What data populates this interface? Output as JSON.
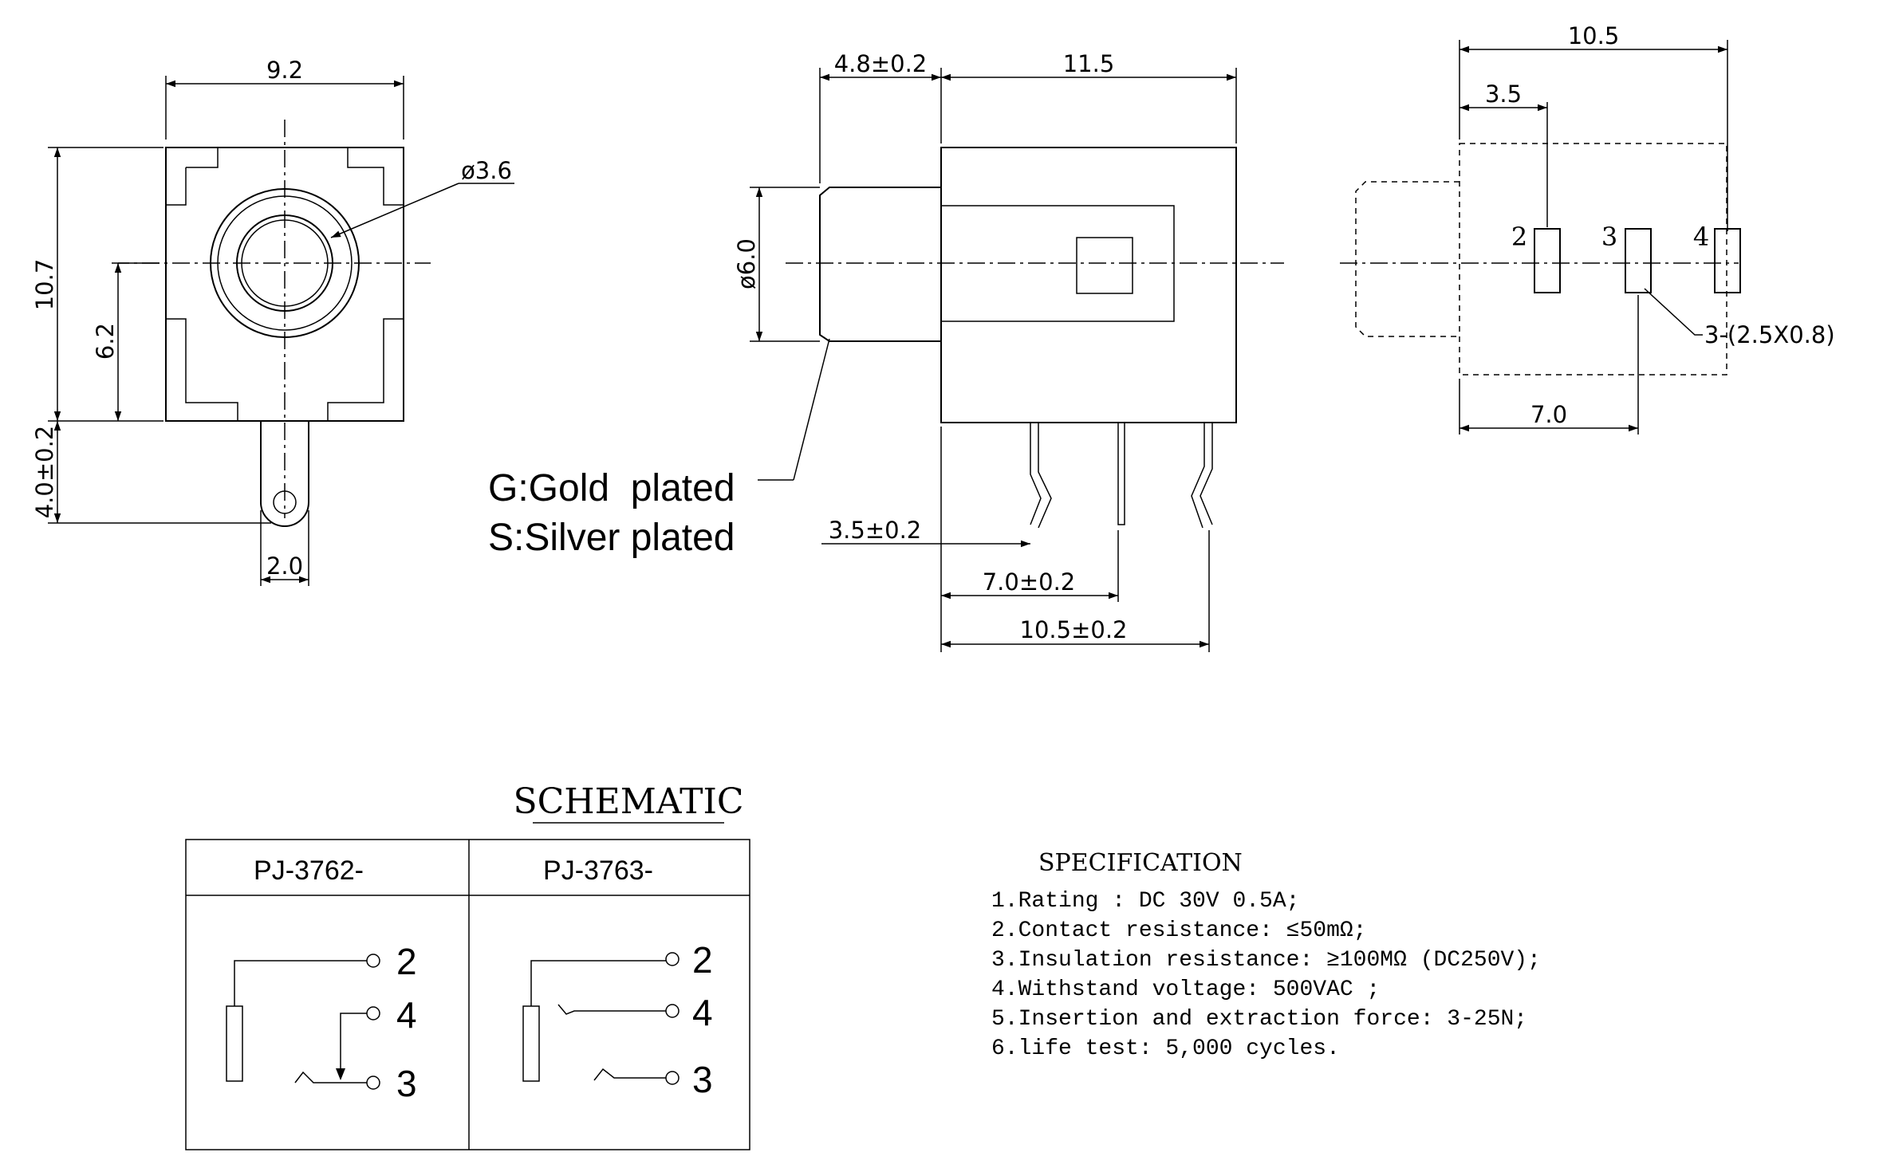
{
  "front_view": {
    "width": "9.2",
    "height": "10.7",
    "center_height": "6.2",
    "pin_length": "4.0±0.2",
    "pin_width": "2.0",
    "bore_diameter": "ø3.6"
  },
  "side_view": {
    "front_length": "4.8±0.2",
    "body_length": "11.5",
    "diameter": "ø6.0",
    "pin1": "3.5±0.2",
    "pin2": "7.0±0.2",
    "pin3": "10.5±0.2"
  },
  "plating": {
    "gold": "G:Gold  plated",
    "silver": "S:Silver plated"
  },
  "footprint": {
    "total": "10.5",
    "first_pin": "3.5",
    "mid_pin": "7.0",
    "pad_note": "3-(2.5X0.8)",
    "pin_labels": [
      "2",
      "3",
      "4"
    ]
  },
  "schematic": {
    "title": "SCHEMATIC",
    "columns": [
      {
        "model": "PJ-3762-",
        "terminals": [
          "2",
          "4",
          "3"
        ]
      },
      {
        "model": "PJ-3763-",
        "terminals": [
          "2",
          "4",
          "3"
        ]
      }
    ]
  },
  "specification": {
    "title": "SPECIFICATION",
    "items": [
      "1.Rating : DC 30V 0.5A;",
      "2.Contact resistance: ≤50mΩ;",
      "3.Insulation resistance: ≥100MΩ (DC250V);",
      "4.Withstand voltage: 500VAC ;",
      "5.Insertion and extraction force: 3-25N;",
      "6.life test: 5,000 cycles."
    ]
  }
}
